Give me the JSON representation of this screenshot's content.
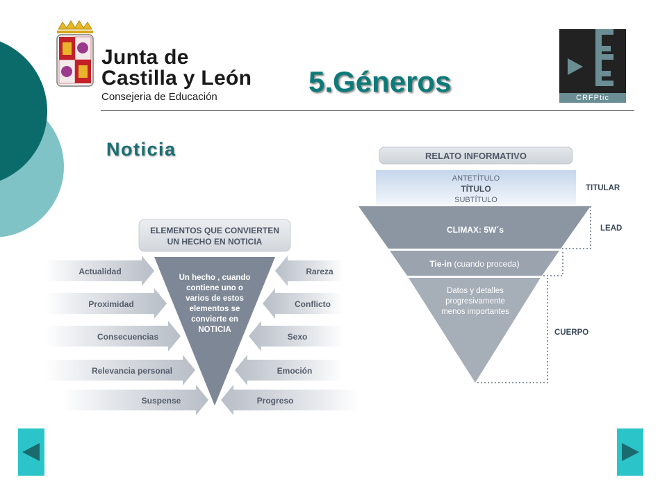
{
  "logo": {
    "line1": "Junta de",
    "line2": "Castilla y León",
    "line3": "Consejeria de Educación"
  },
  "title": "5.Géneros",
  "section": "Noticia",
  "crfp": {
    "label": "CRFPtic"
  },
  "left_diagram": {
    "header": [
      "ELEMENTOS QUE CONVIERTEN",
      "UN HECHO EN NOTICIA"
    ],
    "center_text": [
      "Un hecho , cuando",
      "contiene uno o",
      "varios de estos",
      "elementos se",
      "convierte en",
      "NOTICIA"
    ],
    "left_items": [
      "Actualidad",
      "Proximidad",
      "Consecuencias",
      "Relevancia personal",
      "Suspense"
    ],
    "right_items": [
      "Rareza",
      "Conflicto",
      "Sexo",
      "Emoción",
      "Progreso"
    ]
  },
  "right_diagram": {
    "header": "RELATO INFORMATIVO",
    "titular_lines": [
      "ANTETÍTULO",
      "TÍTULO",
      "SUBTÍTULO"
    ],
    "climax": "CLIMAX: 5W´s",
    "tiein_bold": "Tie-in",
    "tiein_rest": " (cuando proceda)",
    "datos": [
      "Datos y detalles",
      "progresivamente",
      "menos importantes"
    ],
    "labels": {
      "titular": "TITULAR",
      "lead": "LEAD",
      "cuerpo": "CUERPO"
    }
  },
  "nav": {
    "prev": "previous-slide",
    "next": "next-slide"
  }
}
